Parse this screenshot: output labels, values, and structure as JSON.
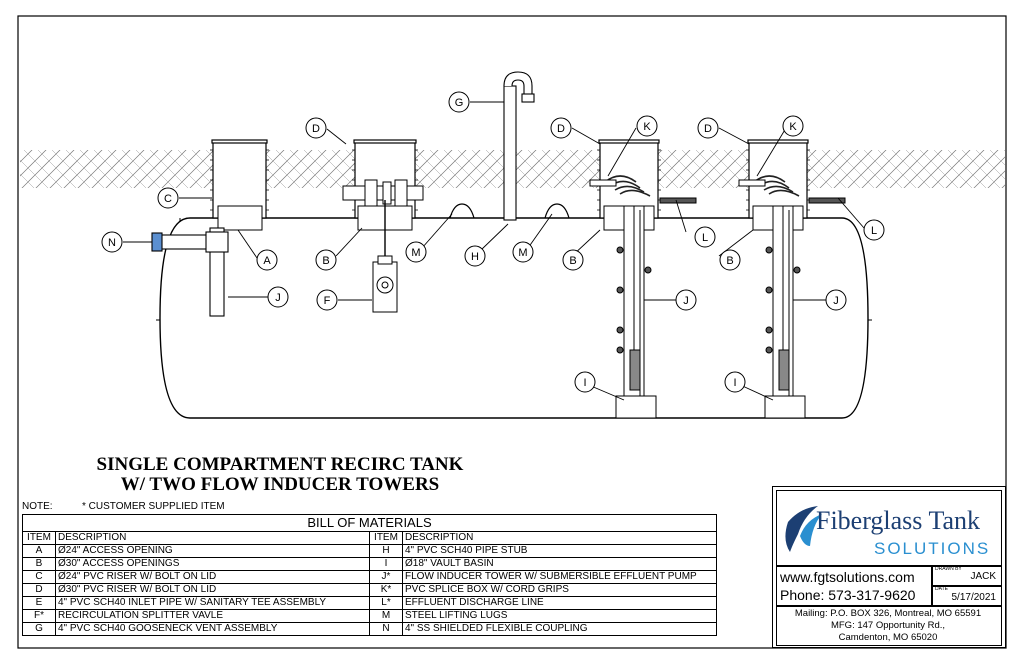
{
  "title": {
    "line1": "SINGLE COMPARTMENT RECIRC TANK",
    "line2": "W/ TWO FLOW INDUCER TOWERS"
  },
  "note": {
    "label": "NOTE:",
    "text": "* CUSTOMER SUPPLIED ITEM"
  },
  "bom": {
    "heading": "BILL OF MATERIALS",
    "col_item": "ITEM",
    "col_desc": "DESCRIPTION",
    "left": [
      {
        "item": "A",
        "desc": "Ø24\" ACCESS OPENING"
      },
      {
        "item": "B",
        "desc": "Ø30\" ACCESS OPENINGS"
      },
      {
        "item": "C",
        "desc": "Ø24\" PVC RISER W/ BOLT ON LID"
      },
      {
        "item": "D",
        "desc": "Ø30\" PVC RISER W/ BOLT ON LID"
      },
      {
        "item": "E",
        "desc": "4\" PVC SCH40 INLET PIPE W/ SANITARY TEE ASSEMBLY"
      },
      {
        "item": "F*",
        "desc": "RECIRCULATION SPLITTER VAVLE"
      },
      {
        "item": "G",
        "desc": "4\" PVC SCH40 GOOSENECK VENT ASSEMBLY"
      }
    ],
    "right": [
      {
        "item": "H",
        "desc": "4\" PVC SCH40 PIPE STUB"
      },
      {
        "item": "I",
        "desc": "Ø18\" VAULT BASIN"
      },
      {
        "item": "J*",
        "desc": "FLOW INDUCER TOWER W/ SUBMERSIBLE EFFLUENT PUMP"
      },
      {
        "item": "K*",
        "desc": "PVC SPLICE BOX W/ CORD GRIPS"
      },
      {
        "item": "L*",
        "desc": "EFFLUENT DISCHARGE LINE"
      },
      {
        "item": "M",
        "desc": "STEEL LIFTING LUGS"
      },
      {
        "item": "N",
        "desc": "4\" SS SHIELDED FLEXIBLE COUPLING"
      }
    ]
  },
  "titleblock": {
    "logo_line1": "Fiberglass Tank",
    "logo_line2": "SOLUTIONS",
    "website": "www.fgtsolutions.com",
    "phone": "Phone: 573-317-9620",
    "drawn_by_label": "DRAWN BY",
    "drawn_by": "JACK",
    "date_label": "DATE",
    "date": "5/17/2021",
    "mailing": "Mailing: P.O. BOX 326, Montreal, MO 65591",
    "mfg1": "MFG: 147 Opportunity Rd.,",
    "mfg2": "Camdenton, MO 65020"
  },
  "callouts": {
    "A": "A",
    "B": "B",
    "C": "C",
    "D": "D",
    "F": "F",
    "G": "G",
    "H": "H",
    "I": "I",
    "J": "J",
    "K": "K",
    "L": "L",
    "M": "M",
    "N": "N"
  },
  "colors": {
    "logo_dark": "#1c3f73",
    "logo_light": "#2a8fd0"
  }
}
